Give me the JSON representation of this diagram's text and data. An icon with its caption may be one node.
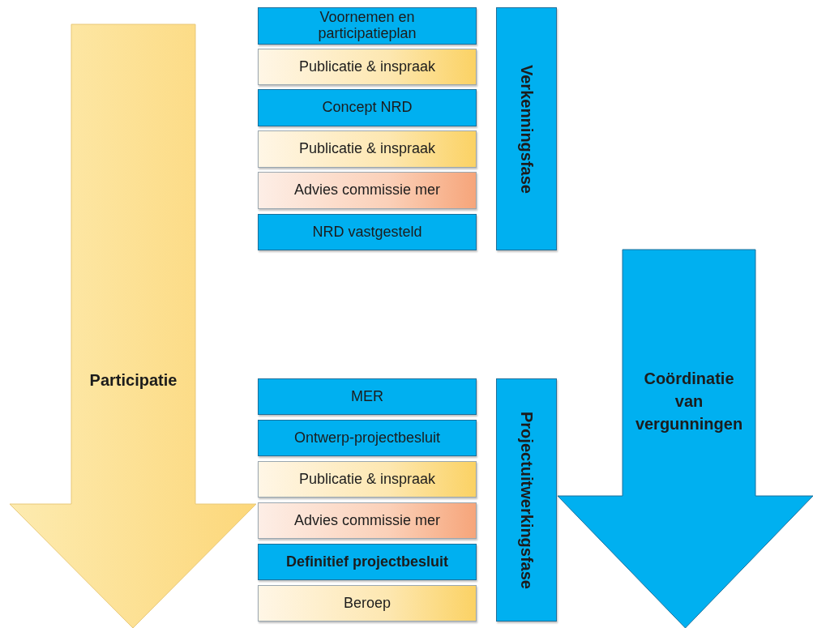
{
  "diagram": {
    "nodes": [
      {
        "text": [
          "Participatie"
        ]
      },
      {
        "text": [
          "Voornemen en participatieplan"
        ]
      },
      {
        "text": [
          "Publicatie & inspraak"
        ]
      },
      {
        "text": [
          "Concept NRD"
        ]
      },
      {
        "text": [
          "Publicatie & inspraak"
        ]
      },
      {
        "text": [
          "Advies commissie mer"
        ]
      },
      {
        "text": [
          "NRD vastgesteld"
        ]
      },
      {
        "text": [
          "Verkenningsfase"
        ]
      },
      {
        "text": [
          "Coördinatie van vergunningen"
        ]
      },
      {
        "text": [
          "MER"
        ]
      },
      {
        "text": [
          "Ontwerp-projectbesluit"
        ]
      },
      {
        "text": [
          "Publicatie & inspraak"
        ]
      },
      {
        "text": [
          "Advies commissie mer"
        ]
      },
      {
        "text": [
          "Definitief projectbesluit"
        ]
      },
      {
        "text": [
          "Beroep"
        ]
      },
      {
        "text": [
          "Projectuitwerkingsfase"
        ]
      }
    ]
  }
}
